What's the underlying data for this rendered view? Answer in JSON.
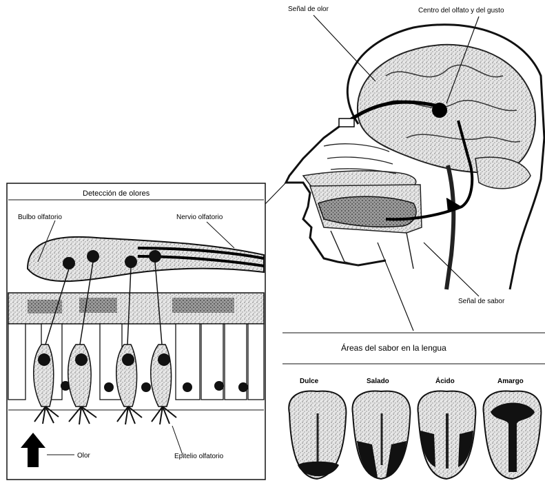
{
  "head_labels": {
    "smell_signal": "Señal de olor",
    "center": "Centro del olfato y del gusto",
    "taste_signal": "Señal de sabor"
  },
  "detection_panel": {
    "title": "Detección de olores",
    "bulb": "Bulbo olfatorio",
    "nerve": "Nervio olfatorio",
    "odor": "Olor",
    "epithelium": "Epitelio olfatorio"
  },
  "taste_areas": {
    "title": "Áreas del sabor en la lengua",
    "tastes": [
      "Dulce",
      "Salado",
      "Ácido",
      "Amargo"
    ]
  }
}
